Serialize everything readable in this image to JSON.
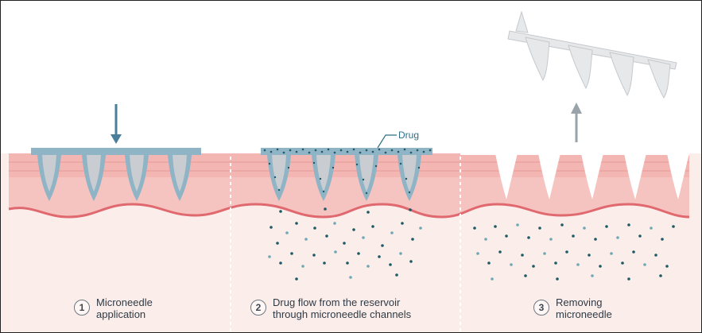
{
  "labels": {
    "drug": "Drug"
  },
  "steps": [
    {
      "number": "1",
      "line1": "Microneedle",
      "line2": "application"
    },
    {
      "number": "2",
      "line1": "Drug flow from the reservoir",
      "line2": "through microneedle channels"
    },
    {
      "number": "3",
      "line1": "Removing",
      "line2": "microneedle"
    }
  ],
  "colors": {
    "dermis": "#fbeeea",
    "skin_top": "#f3b6b2",
    "skin_mid": "#f5c4c0",
    "skin_line": "#e0686f",
    "needle_blue": "#8fb4c6",
    "needle_inner": "#c9ccd0",
    "drug_dot_dark": "#1d5a66",
    "arrow": "#4a7f9c",
    "removed_patch": "#e6e8ea"
  }
}
